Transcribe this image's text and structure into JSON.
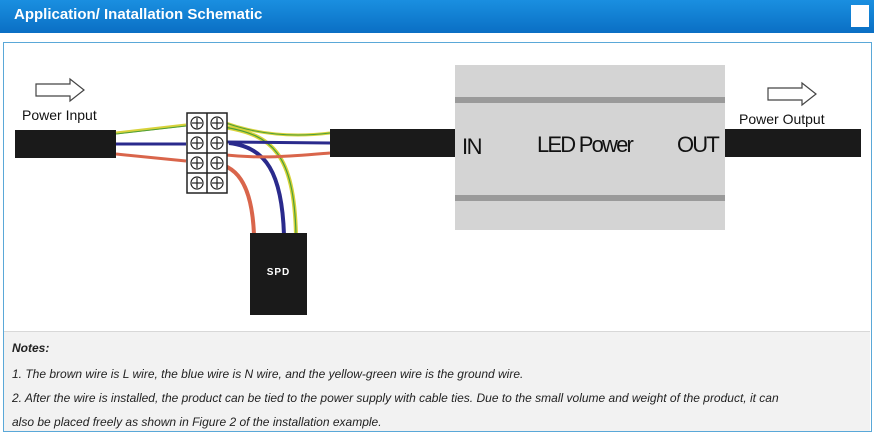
{
  "header": {
    "title": "Application/ Inatallation Schematic"
  },
  "diagram": {
    "power_input_label": "Power Input",
    "power_output_label": "Power Output",
    "in_label": "IN",
    "device_label": "LED Power",
    "out_label": "OUT",
    "spd_label": "SPD"
  },
  "notes": {
    "heading": "Notes:",
    "line1": "1. The brown wire is L wire, the blue wire is N wire, and the yellow-green wire is the ground wire.",
    "line2": "2. After the wire is installed, the product can be tied to the power supply with cable ties. Due to the small volume and weight of the product, it can",
    "line3": "also be placed freely as shown in Figure 2 of the installation example."
  },
  "colors": {
    "header_bg": "#0a78d0",
    "brown_wire": "#d9654b",
    "blue_wire": "#2a2a8c",
    "ground_wire_yellow": "#d8d23a",
    "ground_wire_green": "#4a9e3a",
    "cable": "#1a1a1a",
    "device_body": "#d4d4d4"
  }
}
